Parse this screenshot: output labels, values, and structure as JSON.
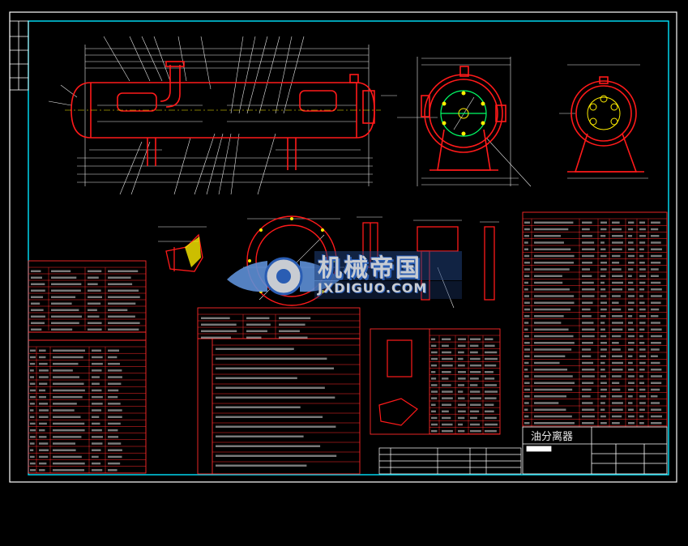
{
  "title_block": {
    "drawing_title": "油分离器",
    "company": "机械帝国",
    "site": "JXDIGUO.COM"
  },
  "colors": {
    "background": "#000000",
    "frame": "#ffffff",
    "border": "#00e5ff",
    "part": "#ff1a1a",
    "dimension": "#e8e8e8",
    "table_line": "#ff2a2a",
    "centerline": "#ffee00",
    "flange": "#00ff66",
    "watermark_blue": "#2a5db3",
    "watermark_grey": "#c8ccd2"
  },
  "icons": {
    "logo": "gear-wings-logo-icon"
  }
}
